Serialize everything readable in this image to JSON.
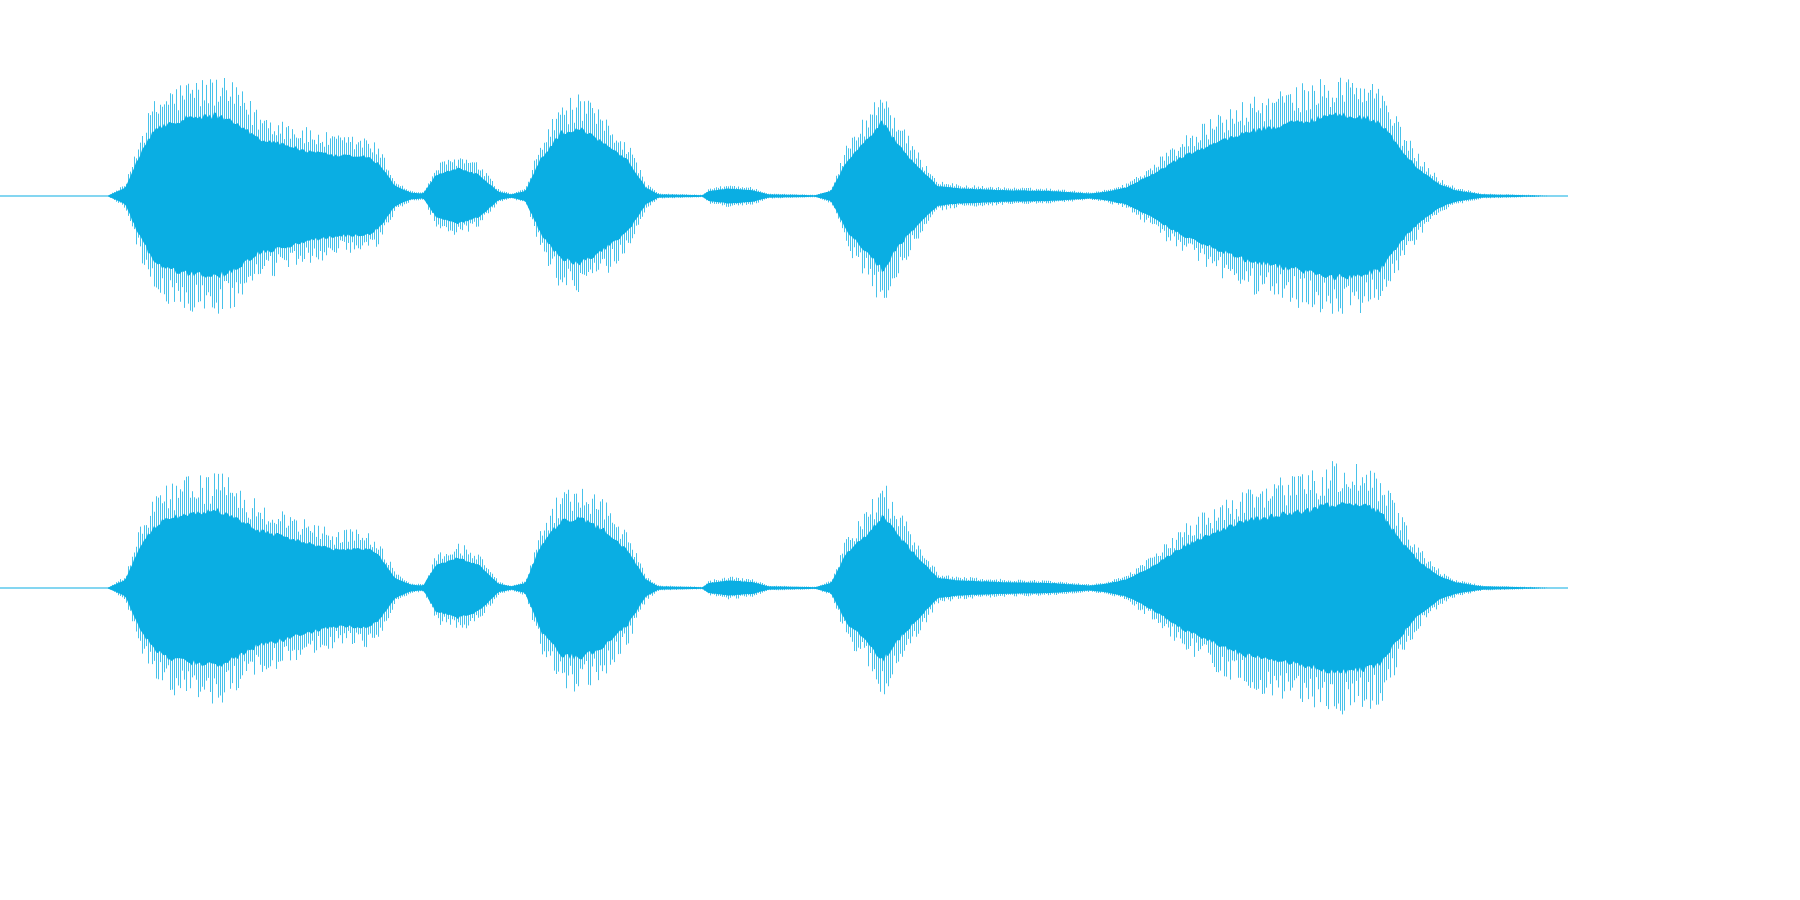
{
  "waveform": {
    "color": "#0aaee3",
    "channels": [
      {
        "name": "left",
        "envelope": [
          [
            0.0,
            0.0
          ],
          [
            0.068,
            0.0
          ],
          [
            0.072,
            0.03
          ],
          [
            0.08,
            0.1
          ],
          [
            0.088,
            0.45
          ],
          [
            0.097,
            0.74
          ],
          [
            0.105,
            0.85
          ],
          [
            0.12,
            0.92
          ],
          [
            0.138,
            0.95
          ],
          [
            0.15,
            0.88
          ],
          [
            0.165,
            0.68
          ],
          [
            0.18,
            0.62
          ],
          [
            0.195,
            0.54
          ],
          [
            0.215,
            0.48
          ],
          [
            0.235,
            0.47
          ],
          [
            0.242,
            0.38
          ],
          [
            0.252,
            0.12
          ],
          [
            0.262,
            0.04
          ],
          [
            0.27,
            0.03
          ],
          [
            0.278,
            0.25
          ],
          [
            0.292,
            0.33
          ],
          [
            0.305,
            0.26
          ],
          [
            0.318,
            0.05
          ],
          [
            0.326,
            0.02
          ],
          [
            0.335,
            0.06
          ],
          [
            0.345,
            0.45
          ],
          [
            0.358,
            0.75
          ],
          [
            0.37,
            0.8
          ],
          [
            0.385,
            0.64
          ],
          [
            0.4,
            0.44
          ],
          [
            0.412,
            0.1
          ],
          [
            0.42,
            0.02
          ],
          [
            0.448,
            0.01
          ],
          [
            0.452,
            0.06
          ],
          [
            0.465,
            0.09
          ],
          [
            0.48,
            0.07
          ],
          [
            0.49,
            0.02
          ],
          [
            0.52,
            0.01
          ],
          [
            0.53,
            0.06
          ],
          [
            0.54,
            0.42
          ],
          [
            0.553,
            0.68
          ],
          [
            0.563,
            0.88
          ],
          [
            0.573,
            0.6
          ],
          [
            0.585,
            0.35
          ],
          [
            0.598,
            0.12
          ],
          [
            0.612,
            0.09
          ],
          [
            0.64,
            0.07
          ],
          [
            0.67,
            0.06
          ],
          [
            0.695,
            0.03
          ],
          [
            0.705,
            0.05
          ],
          [
            0.718,
            0.1
          ],
          [
            0.735,
            0.26
          ],
          [
            0.755,
            0.48
          ],
          [
            0.775,
            0.63
          ],
          [
            0.795,
            0.76
          ],
          [
            0.815,
            0.83
          ],
          [
            0.835,
            0.9
          ],
          [
            0.85,
            0.96
          ],
          [
            0.865,
            0.95
          ],
          [
            0.88,
            0.88
          ],
          [
            0.893,
            0.56
          ],
          [
            0.905,
            0.32
          ],
          [
            0.918,
            0.14
          ],
          [
            0.928,
            0.07
          ],
          [
            0.945,
            0.02
          ],
          [
            1.0,
            0.0
          ]
        ]
      },
      {
        "name": "right",
        "envelope": [
          [
            0.0,
            0.0
          ],
          [
            0.068,
            0.0
          ],
          [
            0.072,
            0.03
          ],
          [
            0.08,
            0.1
          ],
          [
            0.088,
            0.45
          ],
          [
            0.097,
            0.7
          ],
          [
            0.105,
            0.82
          ],
          [
            0.12,
            0.88
          ],
          [
            0.138,
            0.92
          ],
          [
            0.15,
            0.84
          ],
          [
            0.165,
            0.68
          ],
          [
            0.18,
            0.62
          ],
          [
            0.195,
            0.54
          ],
          [
            0.215,
            0.46
          ],
          [
            0.235,
            0.47
          ],
          [
            0.242,
            0.38
          ],
          [
            0.252,
            0.12
          ],
          [
            0.262,
            0.04
          ],
          [
            0.27,
            0.03
          ],
          [
            0.278,
            0.28
          ],
          [
            0.292,
            0.36
          ],
          [
            0.305,
            0.28
          ],
          [
            0.318,
            0.05
          ],
          [
            0.326,
            0.02
          ],
          [
            0.335,
            0.06
          ],
          [
            0.345,
            0.52
          ],
          [
            0.358,
            0.8
          ],
          [
            0.37,
            0.82
          ],
          [
            0.385,
            0.7
          ],
          [
            0.4,
            0.45
          ],
          [
            0.412,
            0.1
          ],
          [
            0.42,
            0.02
          ],
          [
            0.448,
            0.01
          ],
          [
            0.452,
            0.06
          ],
          [
            0.465,
            0.09
          ],
          [
            0.48,
            0.07
          ],
          [
            0.49,
            0.02
          ],
          [
            0.52,
            0.01
          ],
          [
            0.53,
            0.06
          ],
          [
            0.54,
            0.42
          ],
          [
            0.553,
            0.64
          ],
          [
            0.563,
            0.86
          ],
          [
            0.573,
            0.62
          ],
          [
            0.585,
            0.38
          ],
          [
            0.598,
            0.12
          ],
          [
            0.612,
            0.09
          ],
          [
            0.64,
            0.07
          ],
          [
            0.67,
            0.06
          ],
          [
            0.695,
            0.03
          ],
          [
            0.705,
            0.05
          ],
          [
            0.718,
            0.1
          ],
          [
            0.735,
            0.26
          ],
          [
            0.755,
            0.5
          ],
          [
            0.775,
            0.66
          ],
          [
            0.795,
            0.8
          ],
          [
            0.815,
            0.86
          ],
          [
            0.835,
            0.92
          ],
          [
            0.85,
            1.0
          ],
          [
            0.865,
            0.98
          ],
          [
            0.88,
            0.92
          ],
          [
            0.893,
            0.58
          ],
          [
            0.905,
            0.32
          ],
          [
            0.918,
            0.14
          ],
          [
            0.928,
            0.07
          ],
          [
            0.945,
            0.02
          ],
          [
            1.0,
            0.0
          ]
        ]
      }
    ]
  }
}
